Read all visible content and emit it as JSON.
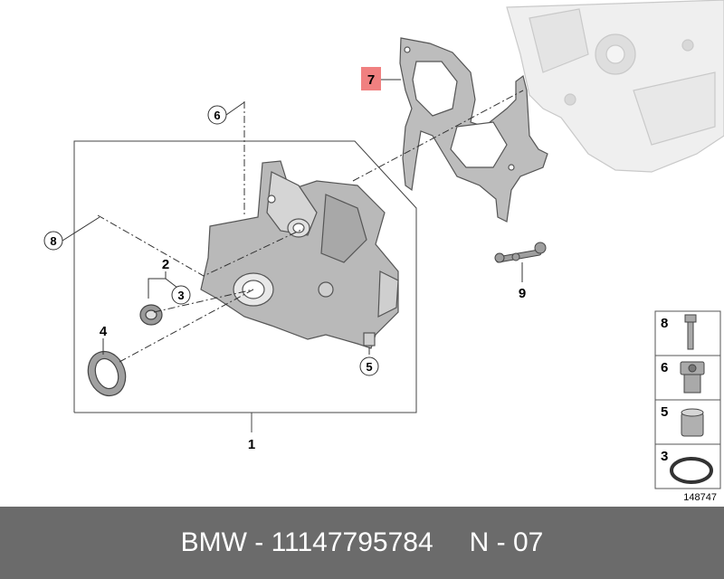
{
  "parts": {
    "p1": "1",
    "p2": "2",
    "p3": "3",
    "p4": "4",
    "p5": "5",
    "p6": "6",
    "p7": "7",
    "p8": "8",
    "p9": "9"
  },
  "legend": {
    "items": [
      "8",
      "6",
      "5",
      "3"
    ]
  },
  "diagram_ref": "148747",
  "footer": {
    "brand_part": "BMW - 11147795784",
    "page": "N - 07"
  },
  "colors": {
    "highlight": "#f08080",
    "footer_bg": "#6b6b6b",
    "part_gray": "#c8c8c8"
  }
}
